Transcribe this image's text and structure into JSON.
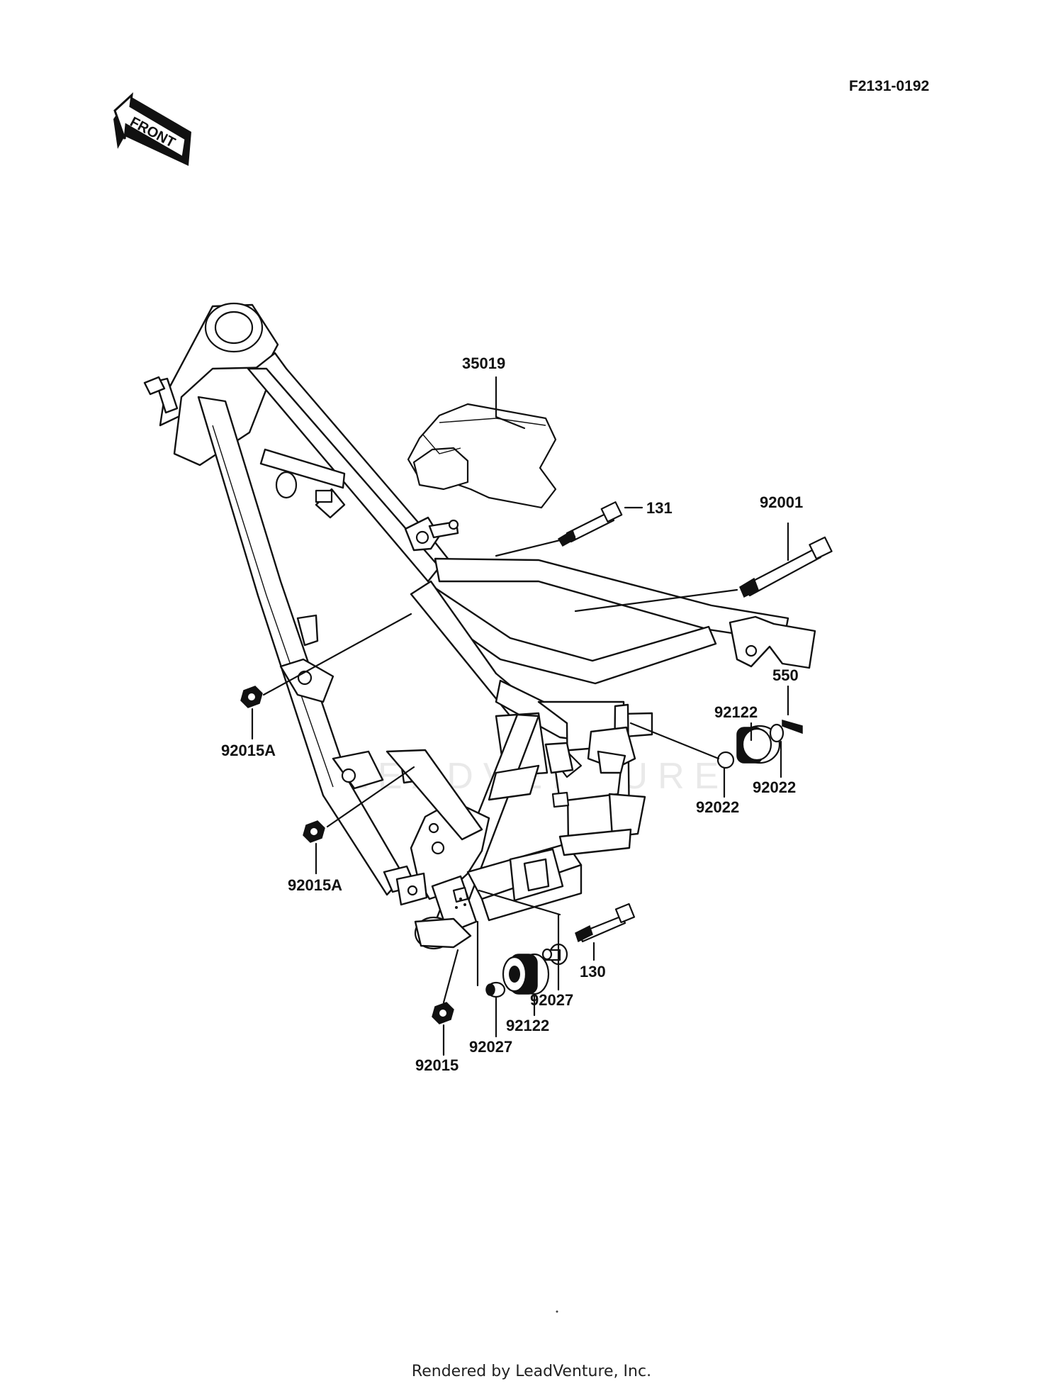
{
  "figure_code": "F2131-0192",
  "direction_arrow": "FRONT",
  "watermark": "LEADVENTURE",
  "footer": "Rendered by LeadVenture, Inc.",
  "callouts": {
    "c35019": "35019",
    "c131": "131",
    "c92001": "92001",
    "c92122_top": "92122",
    "c550": "550",
    "c92022_right": "92022",
    "c92022_left": "92022",
    "c92015A_upper": "92015A",
    "c92015A_lower": "92015A",
    "c130": "130",
    "c92027_right": "92027",
    "c92122_bottom": "92122",
    "c92027_left": "92027",
    "c92015": "92015"
  }
}
